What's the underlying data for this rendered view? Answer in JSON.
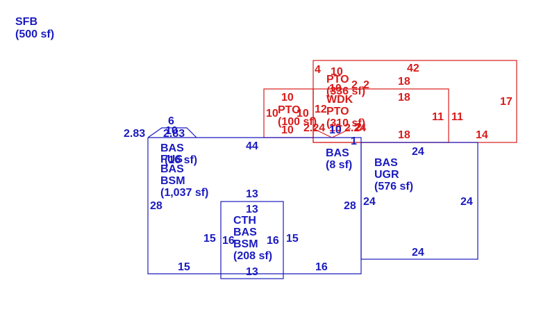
{
  "header": {
    "line1": "SFB",
    "line2": "(500 sf)"
  },
  "colors": {
    "blue": "#1a1abf",
    "red": "#d81b1b"
  },
  "blue_areas": {
    "bas_fus": {
      "l1": "BAS",
      "l2": "FUS",
      "l3": "(16 sf)"
    },
    "bas_bsm": {
      "l1": "BAS",
      "l2": "BSM",
      "l3": "(1,037 sf)"
    },
    "bas_small": {
      "l1": "BAS",
      "l2": "(8 sf)"
    },
    "bas_ugr": {
      "l1": "BAS",
      "l2": "UGR",
      "l3": "(576 sf)"
    },
    "cth_bas_bsm": {
      "l1": "CTH",
      "l2": "BAS",
      "l3": "BSM",
      "l4": "(208 sf)"
    }
  },
  "red_areas": {
    "pto_top": {
      "l1": "PTO",
      "l2": "(336 sf)"
    },
    "wdk_pto": {
      "l1": "WDK",
      "l2": "PTO",
      "l3": "(310 sf)"
    },
    "pto_small": {
      "l1": "PTO",
      "l2": "(100 sf)"
    }
  },
  "blue_dims": [
    "6",
    "10",
    "2.83",
    "2.83",
    "44",
    "13",
    "13",
    "28",
    "28",
    "15",
    "16",
    "16",
    "15",
    "15",
    "16",
    "13",
    "24",
    "24",
    "24",
    "24",
    "1",
    "10"
  ],
  "red_dims": [
    "4",
    "10",
    "42",
    "10",
    "2",
    "2",
    "18",
    "18",
    "17",
    "10",
    "12",
    "10",
    "10",
    "10",
    "2.24",
    "2.24",
    "11",
    "11",
    "18",
    "14",
    "2",
    "10"
  ]
}
